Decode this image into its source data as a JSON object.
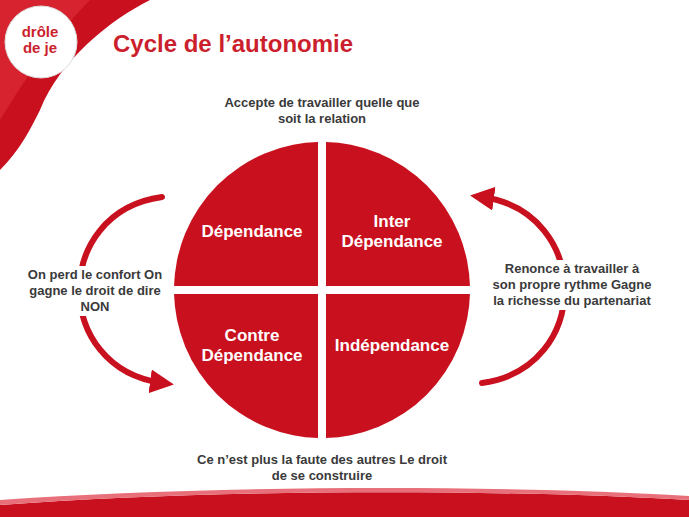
{
  "diagram": {
    "title": "Cycle de l’autonomie",
    "nodes": [
      {
        "text": [
          "Dépendance"
        ]
      },
      {
        "text": [
          "Inter Dépendance"
        ]
      },
      {
        "text": [
          "Contre Dépendance"
        ]
      },
      {
        "text": [
          "Indépendance"
        ]
      }
    ],
    "edges": [
      {
        "from": 0,
        "to": 2,
        "arrow": "to",
        "label": "On perd le confort On gagne le droit de dire NON"
      },
      {
        "from": 3,
        "to": 1,
        "arrow": "to",
        "label": "Renonce à travailler à son propre rythme Gagne la richesse du partenariat"
      }
    ],
    "labels": [
      "drôle de je",
      "Accepte de travailler quelle que soit la relation",
      "Ce n’est plus la faute des autres Le droit de se construire"
    ]
  }
}
